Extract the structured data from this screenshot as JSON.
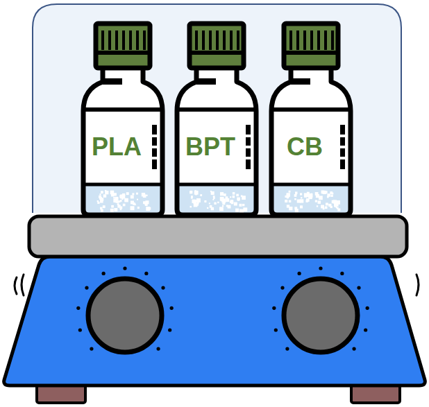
{
  "diagram": {
    "nodes": [
      {
        "text": [
          "PLA"
        ]
      },
      {
        "text": [
          "BPT"
        ]
      },
      {
        "text": [
          "CB"
        ]
      }
    ]
  }
}
